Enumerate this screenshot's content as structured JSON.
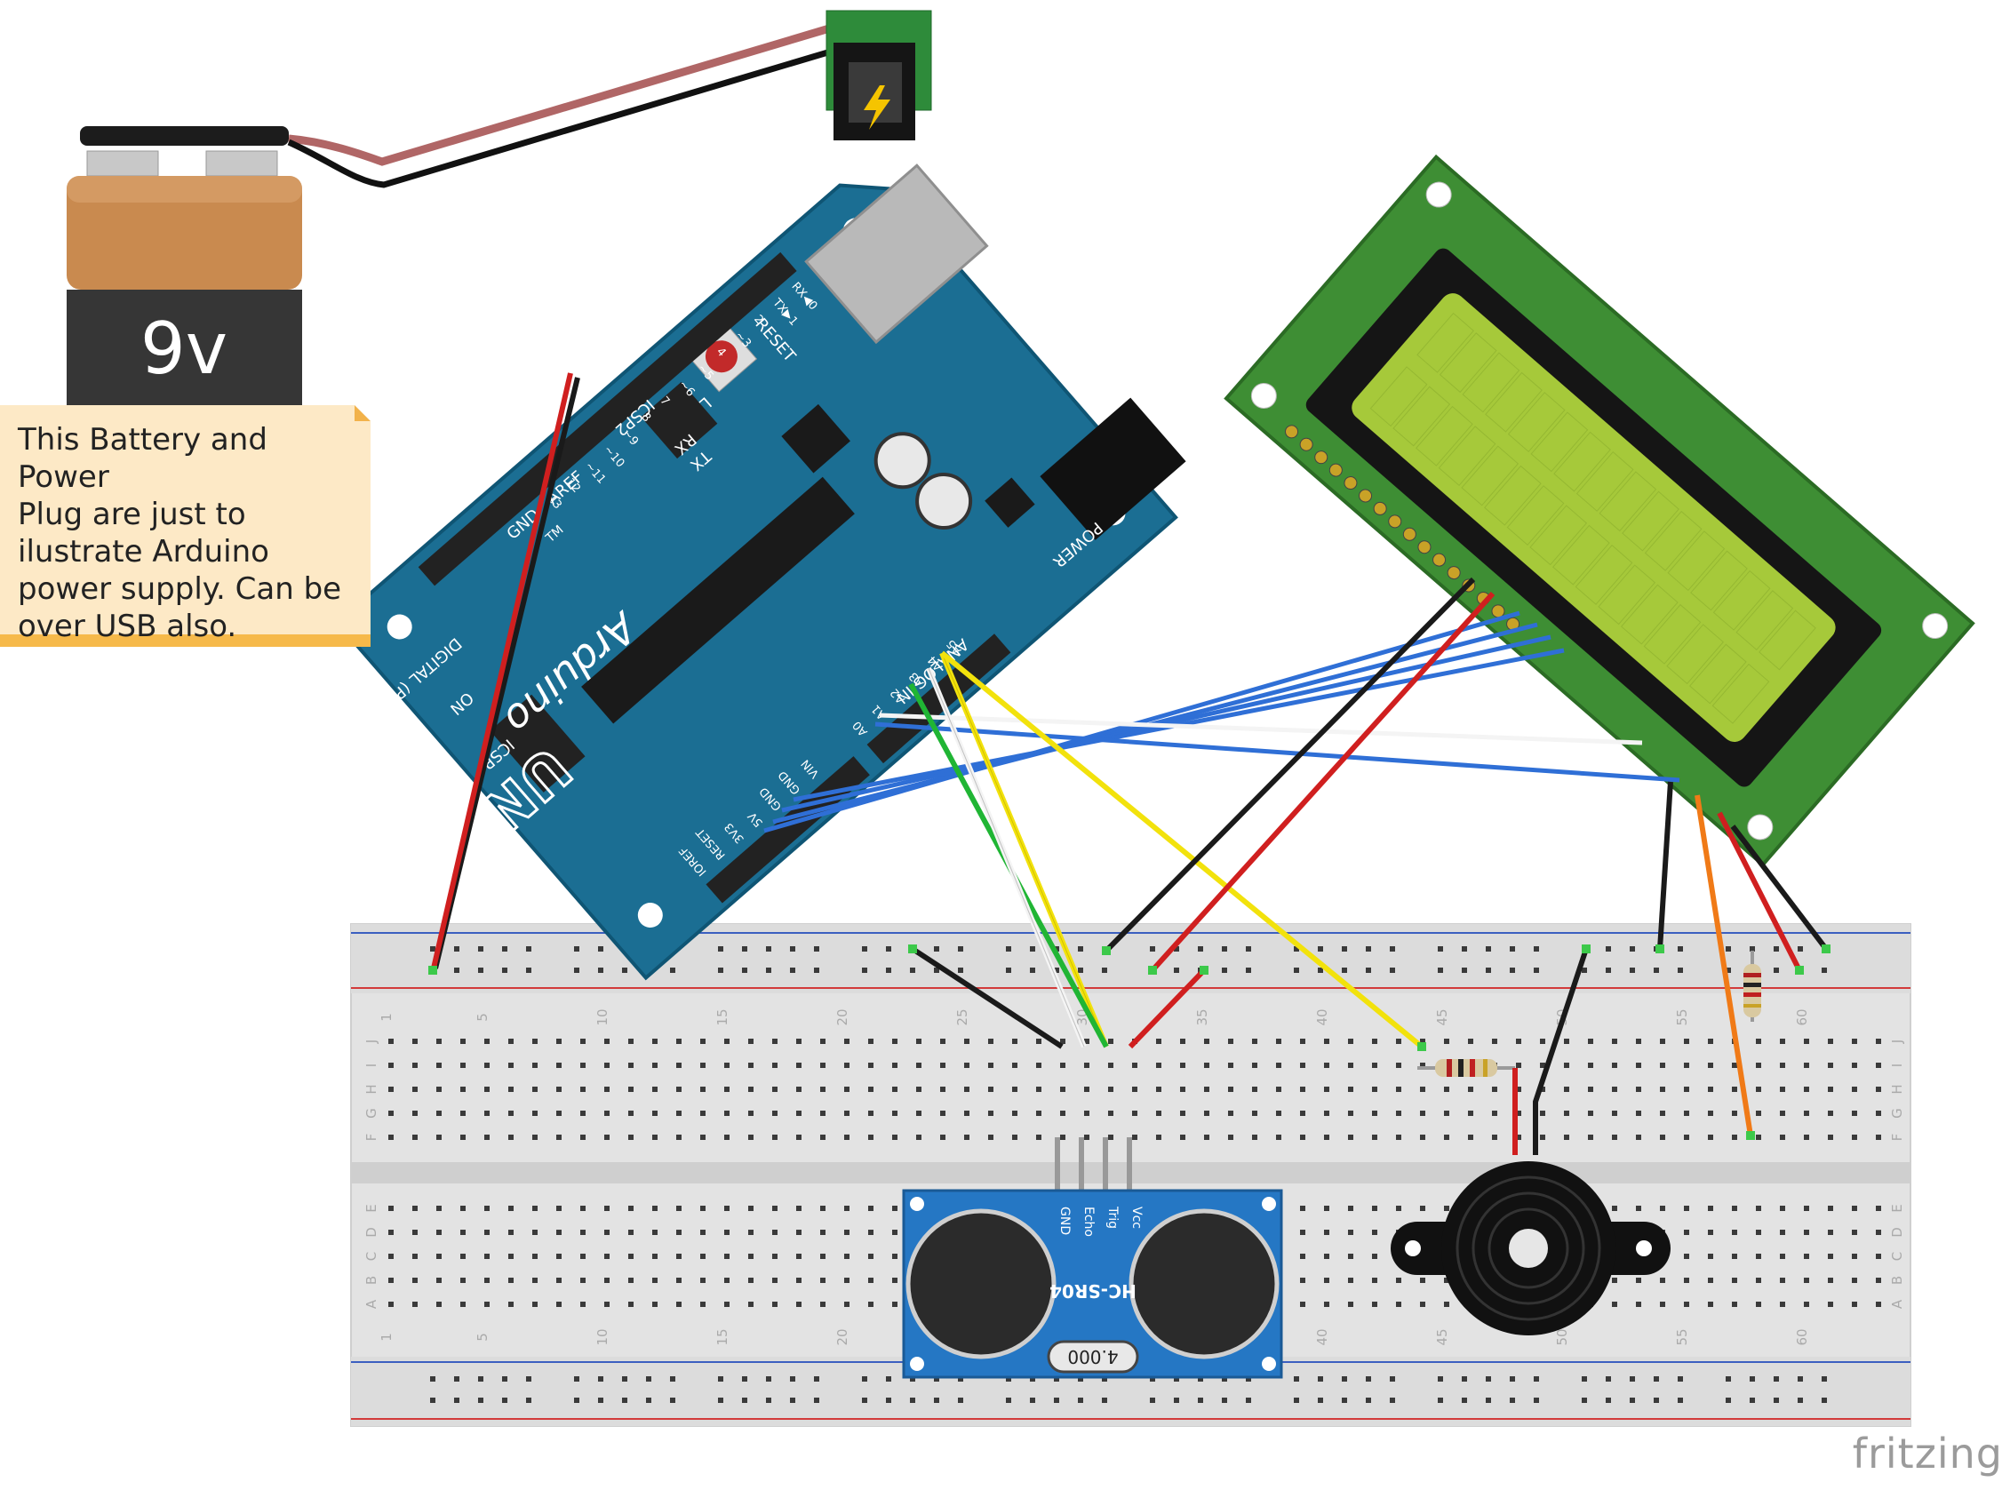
{
  "battery": {
    "label": "9v"
  },
  "note": {
    "lines": [
      "This Battery and Power",
      "Plug are just to",
      "ilustrate Arduino",
      "power supply. Can be",
      "over USB also."
    ]
  },
  "arduino": {
    "brand": "Arduino",
    "tm": "TM",
    "model": "UNO",
    "reset_label": "RESET",
    "icsp_label": "ICSP",
    "icsp2_label": "ICSP2",
    "on_label": "ON",
    "l_label": "L",
    "tx_label": "TX",
    "rx_label": "RX",
    "aref_label": "AREF",
    "gnd_label": "GND",
    "digital_label": "DIGITAL (PWM=~)",
    "power_label": "POWER",
    "analog_label": "ANALOG IN",
    "power_pins": [
      "IOREF",
      "RESET",
      "3V3",
      "5V",
      "GND",
      "GND",
      "VIN"
    ],
    "analog_pins": [
      "A0",
      "A1",
      "A2",
      "A3",
      "A4",
      "A5"
    ],
    "digital_pins": [
      "13",
      "12",
      "~11",
      "~10",
      "~9",
      "8",
      "7",
      "~6",
      "~5",
      "4",
      "~3",
      "2",
      "TX▶1",
      "RX◀0"
    ]
  },
  "breadboard": {
    "column_numbers": [
      "1",
      "5",
      "10",
      "15",
      "20",
      "25",
      "30",
      "35",
      "40",
      "45",
      "50",
      "55",
      "60"
    ],
    "rows_top": [
      "J",
      "I",
      "H",
      "G",
      "F"
    ],
    "rows_bottom": [
      "E",
      "D",
      "C",
      "B",
      "A"
    ]
  },
  "sensor": {
    "model": "HC-SR04",
    "pins": [
      "GND",
      "Echo",
      "Trig",
      "Vcc"
    ],
    "crystal": "4.000"
  },
  "watermark": "fritzing",
  "colors": {
    "board_blue": "#1b6e93",
    "lcd_green": "#3e8e34",
    "lcd_screen": "#a6c93a",
    "wire_red": "#d01f1f",
    "wire_black": "#1a1a1a",
    "wire_blue": "#2f6fd6",
    "wire_yellow": "#f2e20c",
    "wire_green": "#20b534",
    "wire_white": "#f4f4f4",
    "wire_orange": "#f07a17",
    "note_bg": "#fde9c6",
    "note_border": "#f6b94a"
  }
}
